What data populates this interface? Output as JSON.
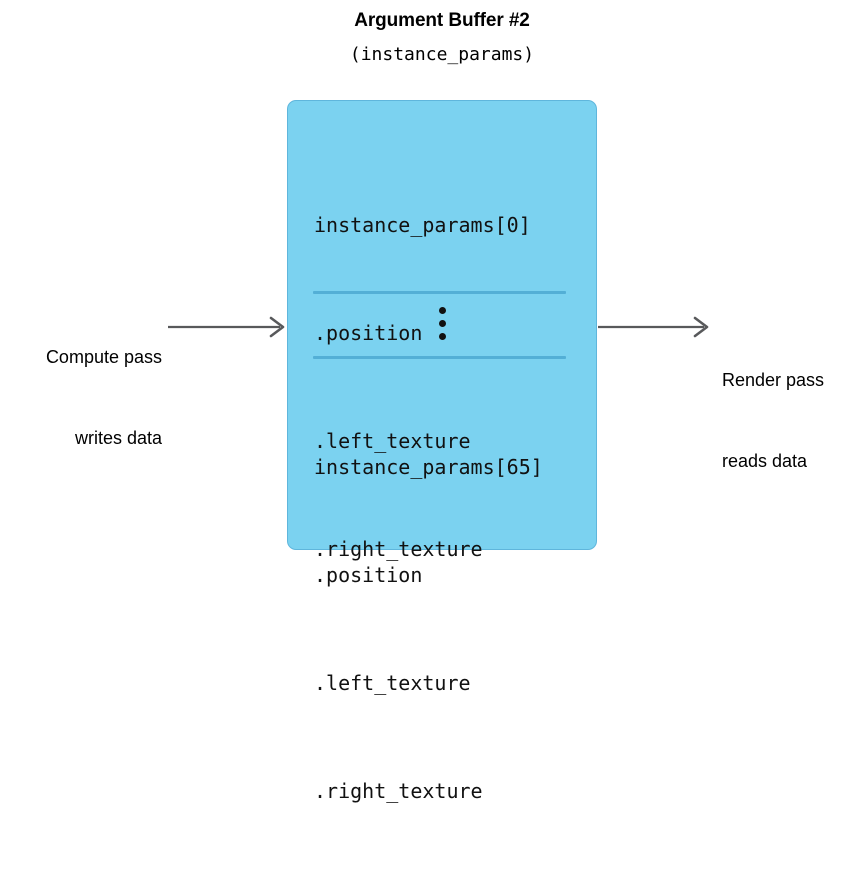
{
  "diagram": {
    "title": "Argument Buffer #2",
    "subtitle": "(instance_params)",
    "buffer": {
      "first_entry": {
        "header": "instance_params[0]",
        "fields": [
          ".position",
          ".left_texture",
          ".right_texture"
        ]
      },
      "continuation": "⋮",
      "last_entry": {
        "header": "instance_params[65]",
        "fields": [
          ".position",
          ".left_texture",
          ".right_texture"
        ]
      }
    },
    "left_label": {
      "line1": "Compute pass",
      "line2": "writes data"
    },
    "right_label": {
      "line1": "Render pass",
      "line2": "reads data"
    },
    "colors": {
      "buffer_fill": "#7BD2F0",
      "buffer_border": "#5FB6DC",
      "divider": "#53AFD6",
      "arrow": "#58595B",
      "text": "#000000"
    }
  }
}
